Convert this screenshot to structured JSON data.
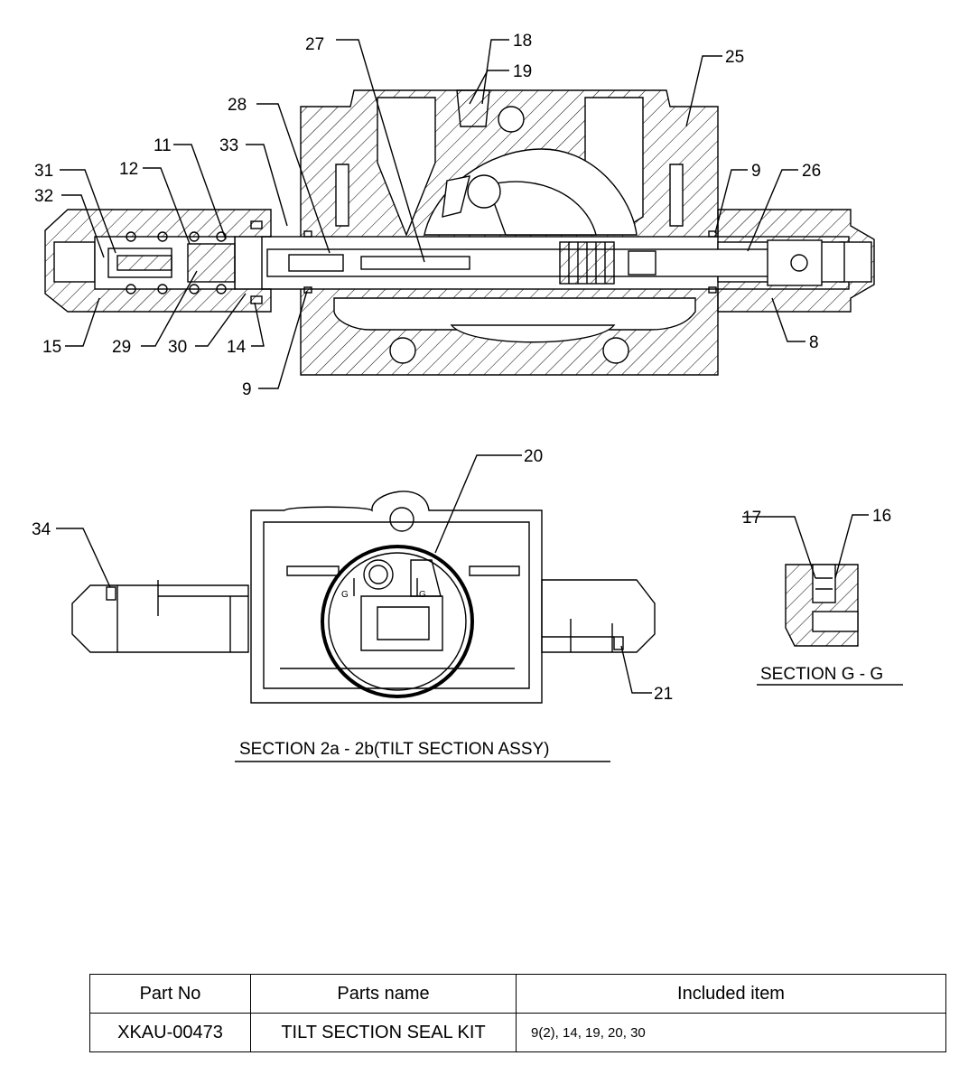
{
  "callouts": {
    "c8": "8",
    "c9a": "9",
    "c9b": "9",
    "c11": "11",
    "c12": "12",
    "c14": "14",
    "c15": "15",
    "c16": "16",
    "c17": "17",
    "c18": "18",
    "c19": "19",
    "c20": "20",
    "c21": "21",
    "c25": "25",
    "c26": "26",
    "c27": "27",
    "c28": "28",
    "c29": "29",
    "c30": "30",
    "c31": "31",
    "c32": "32",
    "c33": "33",
    "c34": "34"
  },
  "section_marks": {
    "g_left": "G",
    "g_right": "G"
  },
  "captions": {
    "main": "SECTION 2a - 2b(TILT SECTION ASSY)",
    "detail": "SECTION G - G"
  },
  "kit_table": {
    "headers": [
      "Part No",
      "Parts name",
      "Included item"
    ],
    "rows": [
      {
        "part_no": "XKAU-00473",
        "name": "TILT SECTION SEAL KIT",
        "items": "9(2), 14, 19, 20, 30"
      }
    ]
  }
}
